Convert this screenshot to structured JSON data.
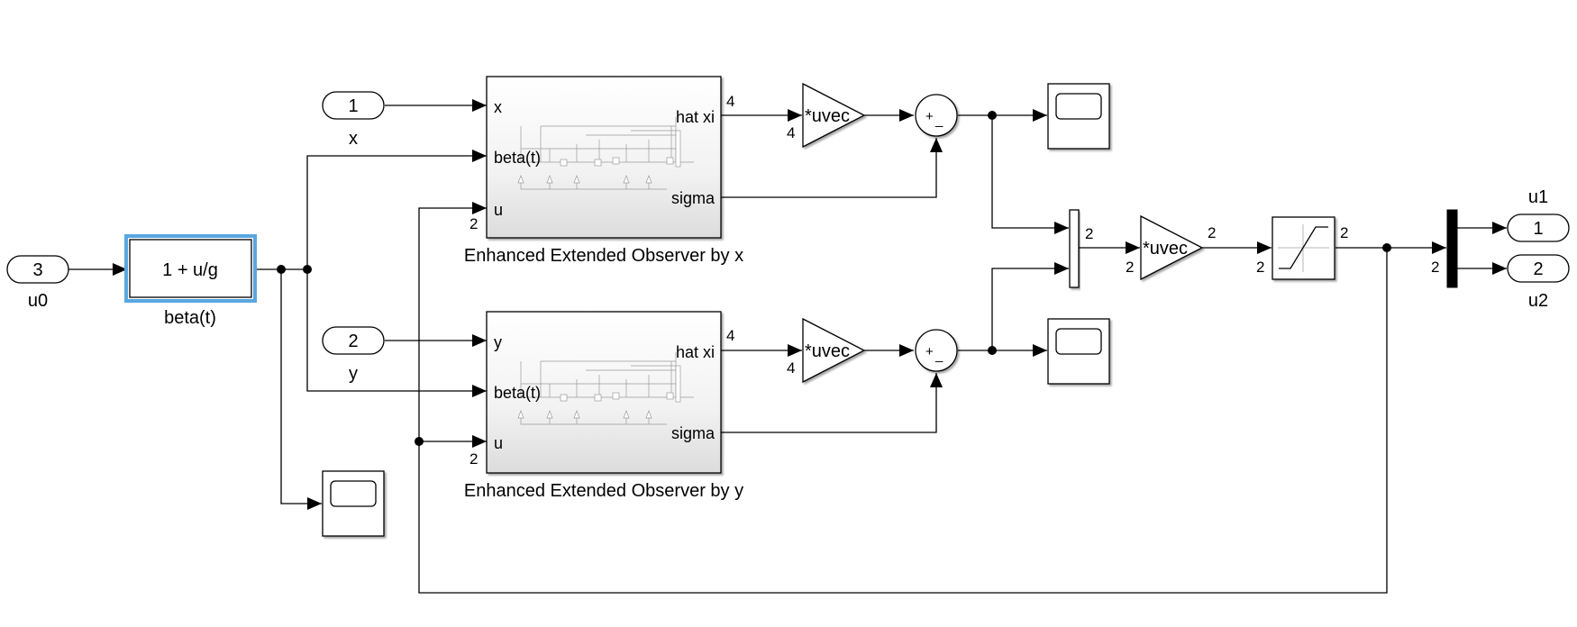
{
  "inports": [
    {
      "id": "inport-x",
      "number": "1",
      "label": "x"
    },
    {
      "id": "inport-y",
      "number": "2",
      "label": "y"
    },
    {
      "id": "inport-u0",
      "number": "3",
      "label": "u0"
    }
  ],
  "outports": [
    {
      "id": "outport-u1",
      "number": "1",
      "label": "u1"
    },
    {
      "id": "outport-u2",
      "number": "2",
      "label": "u2"
    }
  ],
  "fcn_block": {
    "expression": "1 + u/g",
    "label": "beta(t)"
  },
  "observer_x": {
    "label": "Enhanced Extended Observer by x",
    "in_ports": [
      "x",
      "beta(t)",
      "u"
    ],
    "out_ports": [
      "hat xi",
      "sigma"
    ],
    "u_width": "2",
    "out_width": "4"
  },
  "observer_y": {
    "label": "Enhanced Extended Observer by y",
    "in_ports": [
      "y",
      "beta(t)",
      "u"
    ],
    "out_ports": [
      "hat xi",
      "sigma"
    ],
    "u_width": "2",
    "out_width": "4"
  },
  "gain_top": {
    "text": "*uvec",
    "in_width": "4"
  },
  "gain_bottom": {
    "text": "*uvec",
    "in_width": "4"
  },
  "gain_mid": {
    "text": "*uvec",
    "in_width": "2",
    "out_width": "2"
  },
  "sum_signs": {
    "plus": "+",
    "minus": "_"
  },
  "mux_width": "2",
  "saturation": {
    "in_width": "2",
    "out_width": "2"
  },
  "demux_width": "2"
}
